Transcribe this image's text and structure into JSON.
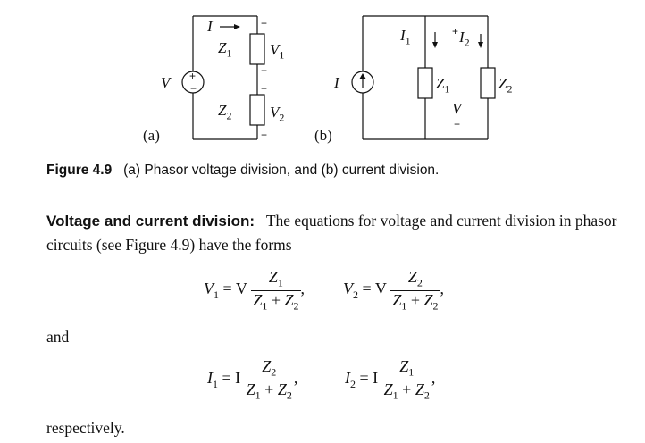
{
  "figure": {
    "a": {
      "label": "(a)",
      "source": "V",
      "source_plus": "+",
      "source_minus": "−",
      "current": "I",
      "z_top": "Z",
      "z_top_sub": "1",
      "z_bot": "Z",
      "z_bot_sub": "2",
      "v_top": "V",
      "v_top_sub": "1",
      "v_bot": "V",
      "v_bot_sub": "2",
      "plus": "+",
      "minus": "−"
    },
    "b": {
      "label": "(b)",
      "source": "I",
      "i1": "I",
      "i1_sub": "1",
      "i2": "I",
      "i2_sub": "2",
      "z1": "Z",
      "z1_sub": "1",
      "z2": "Z",
      "z2_sub": "2",
      "v": "V",
      "plus": "+",
      "minus": "−"
    }
  },
  "caption": {
    "number": "Figure 4.9",
    "text": "(a) Phasor voltage division, and (b) current division."
  },
  "paragraph": {
    "heading": "Voltage and current division:",
    "body": "The equations for voltage and current division in phasor circuits (see Figure 4.9) have the forms"
  },
  "equations": {
    "v1_lhs": "V",
    "v1_sub": "1",
    "v1_rhs": "= V",
    "v2_lhs": "V",
    "v2_sub": "2",
    "v2_rhs": "= V",
    "i1_lhs": "I",
    "i1_sub": "1",
    "i1_rhs": "= I",
    "i2_lhs": "I",
    "i2_sub": "2",
    "i2_rhs": "= I",
    "z": "Z",
    "sub1": "1",
    "sub2": "2",
    "plus": "+",
    "comma": ","
  },
  "connector_and": "and",
  "closing": "respectively."
}
